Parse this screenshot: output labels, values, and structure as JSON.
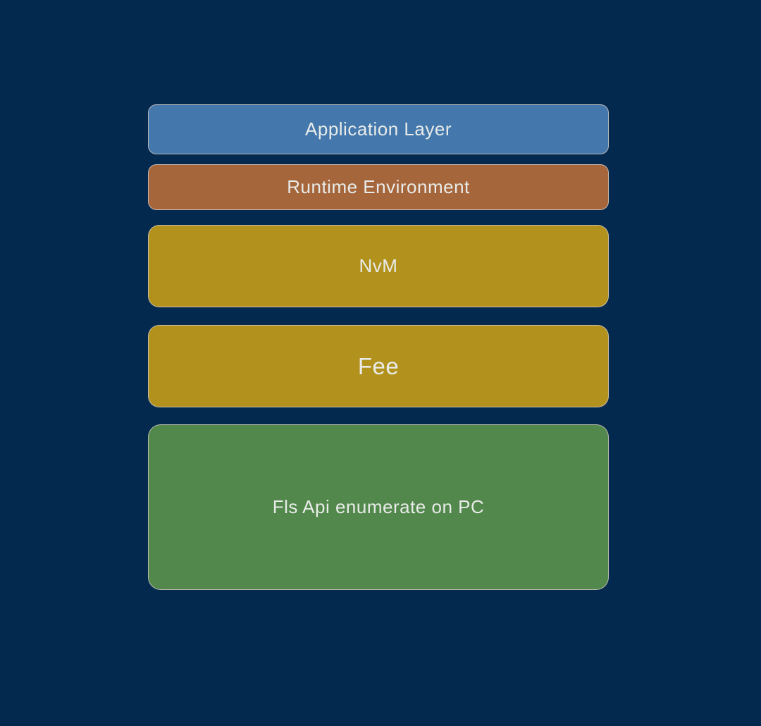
{
  "canvas": {
    "background_color": "#04294F",
    "border_color": "#CDC4BD",
    "text_color": "#E8EBE9"
  },
  "diagram": {
    "type": "stacked-layer-architecture",
    "layers": [
      {
        "id": "application-layer",
        "label": "Application Layer",
        "fill": "#4478AC"
      },
      {
        "id": "runtime-environment",
        "label": "Runtime Environment",
        "fill": "#A6663C"
      },
      {
        "id": "nvm",
        "label": "NvM",
        "fill": "#B2921D"
      },
      {
        "id": "fee",
        "label": "Fee",
        "fill": "#B2921D"
      },
      {
        "id": "fls-api",
        "label": "Fls Api enumerate on PC",
        "fill": "#52884B"
      }
    ]
  }
}
